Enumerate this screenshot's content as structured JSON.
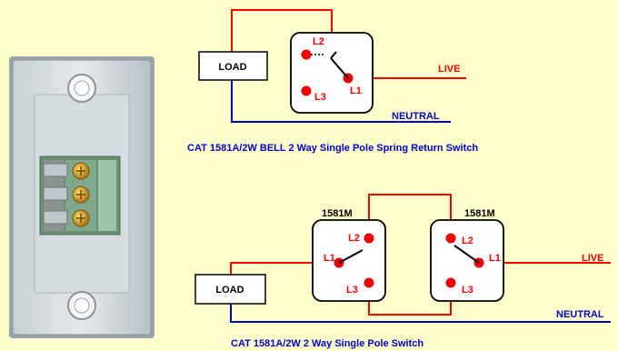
{
  "top_diagram": {
    "load_label": "LOAD",
    "live_label": "LIVE",
    "neutral_label": "NEUTRAL",
    "terminals": [
      "L2",
      "L1",
      "L3"
    ],
    "caption": "CAT 1581A/2W  BELL 2 Way Single Pole Spring Return Switch"
  },
  "bottom_diagram": {
    "load_label": "LOAD",
    "live_label": "LIVE",
    "neutral_label": "NEUTRAL",
    "switch_left_label": "1581M",
    "switch_right_label": "1581M",
    "left_terminals": [
      "L2",
      "L1",
      "L3"
    ],
    "right_terminals": [
      "L2",
      "L1",
      "L3"
    ],
    "caption": "CAT 1581A/2W  2 Way Single Pole Switch"
  },
  "colors": {
    "background": "#ffffcc",
    "wire_live": "#ff0000",
    "wire_neutral": "#0000cc",
    "text_blue": "#0000cc",
    "text_red": "#ff0000",
    "terminal": "#ee0000"
  }
}
